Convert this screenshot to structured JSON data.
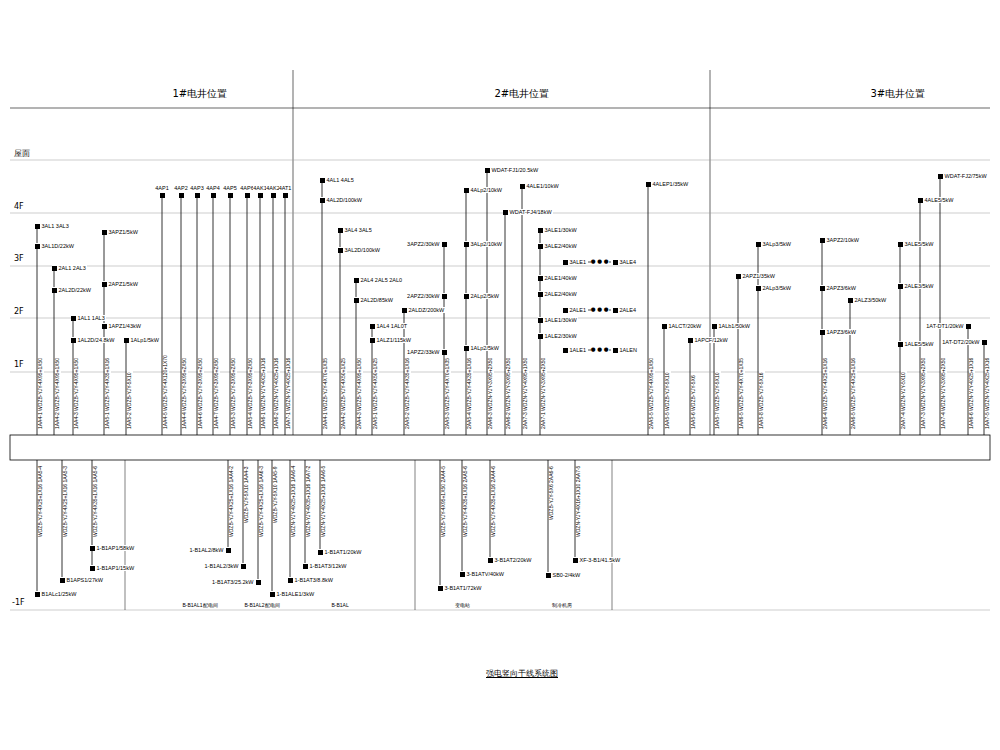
{
  "diagram": {
    "title": "强电竖向干线系统图",
    "nodes": [
      {
        "text": [
          "3AL1 3AL3"
        ]
      },
      {
        "text": [
          "3AL1D/22kW"
        ]
      },
      {
        "text": [
          "2AL1 2AL3"
        ]
      },
      {
        "text": [
          "2AL2D/22kW"
        ]
      },
      {
        "text": [
          "1AL1 1AL3"
        ]
      },
      {
        "text": [
          "1AL2D/24.8kW"
        ]
      },
      {
        "text": [
          "3APZ1/5kW"
        ]
      },
      {
        "text": [
          "2APZ1/5kW"
        ]
      },
      {
        "text": [
          "1APZ1/43kW"
        ]
      },
      {
        "text": [
          "1ALp1/5kW"
        ]
      },
      {
        "text": [
          "4AP1"
        ]
      },
      {
        "text": [
          "4AP2"
        ]
      },
      {
        "text": [
          "4AP3"
        ]
      },
      {
        "text": [
          "4AP4"
        ]
      },
      {
        "text": [
          "4AP5"
        ]
      },
      {
        "text": [
          "4AP6"
        ]
      },
      {
        "text": [
          "4AK1"
        ]
      },
      {
        "text": [
          "4AK2"
        ]
      },
      {
        "text": [
          "4AT1"
        ]
      },
      {
        "text": [
          "4AL1 4AL5"
        ]
      },
      {
        "text": [
          "4AL2D/100kW"
        ]
      },
      {
        "text": [
          "3AL4 3AL5"
        ]
      },
      {
        "text": [
          "3AL2D/100kW"
        ]
      },
      {
        "text": [
          "2AL4 2AL5 2AL0"
        ]
      },
      {
        "text": [
          "2AL2D/85kW"
        ]
      },
      {
        "text": [
          "2ALDZ/200kW"
        ]
      },
      {
        "text": [
          "1AL4 1AL0T"
        ]
      },
      {
        "text": [
          "1ALZ1/115kW"
        ]
      },
      {
        "text": [
          "3APZ2/30kW"
        ]
      },
      {
        "text": [
          "2APZ2/30kW"
        ]
      },
      {
        "text": [
          "1APZ2/33kW"
        ]
      },
      {
        "text": [
          "4ALp2/10kW"
        ]
      },
      {
        "text": [
          "3ALp2/10kW"
        ]
      },
      {
        "text": [
          "2ALp2/5kW"
        ]
      },
      {
        "text": [
          "1ALp2/5kW"
        ]
      },
      {
        "text": [
          "WDAT-FJ1/20.5kW"
        ]
      },
      {
        "text": [
          "WDAT-FJ4/18kW"
        ]
      },
      {
        "text": [
          "4ALE1/10kW"
        ]
      },
      {
        "text": [
          "3ALE1/30kW"
        ]
      },
      {
        "text": [
          "3ALE2/40kW"
        ]
      },
      {
        "text": [
          "3ALE1"
        ]
      },
      {
        "text": [
          "3ALE4"
        ]
      },
      {
        "text": [
          "2ALE1/40kW"
        ]
      },
      {
        "text": [
          "2ALE2/40kW"
        ]
      },
      {
        "text": [
          "2ALE1"
        ]
      },
      {
        "text": [
          "2ALE4"
        ]
      },
      {
        "text": [
          "1ALE1/30kW"
        ]
      },
      {
        "text": [
          "1ALE2/30kW"
        ]
      },
      {
        "text": [
          "1ALE1"
        ]
      },
      {
        "text": [
          "1ALEN"
        ]
      },
      {
        "text": [
          "4ALEP1/35kW"
        ]
      },
      {
        "text": [
          "1ALCT/20kW"
        ]
      },
      {
        "text": [
          "1APCF/12kW"
        ]
      },
      {
        "text": [
          "1ALb1/50kW"
        ]
      },
      {
        "text": [
          "2APZ1/35kW"
        ]
      },
      {
        "text": [
          "3ALp3/5kW"
        ]
      },
      {
        "text": [
          "2ALp3/5kW"
        ]
      },
      {
        "text": [
          "3APZ2/10kW"
        ]
      },
      {
        "text": [
          "2APZ3/6kW"
        ]
      },
      {
        "text": [
          "1APZ3/6kW"
        ]
      },
      {
        "text": [
          "2ALZ3/50kW"
        ]
      },
      {
        "text": [
          "3ALE5/5kW"
        ]
      },
      {
        "text": [
          "2ALE3/5kW"
        ]
      },
      {
        "text": [
          "1ALE5/5kW"
        ]
      },
      {
        "text": [
          "4ALE5/5kW"
        ]
      },
      {
        "text": [
          "WDAT-FJ2/75kW"
        ]
      },
      {
        "text": [
          "1AT-DT1/20kW"
        ]
      },
      {
        "text": [
          "1AT-DT2/20kW"
        ]
      },
      {
        "text": [
          "B1ALc1/25kW"
        ]
      },
      {
        "text": [
          "B1APS1/27kW"
        ]
      },
      {
        "text": [
          "1-B1AP1/58kW"
        ]
      },
      {
        "text": [
          "1-B1AP1/15kW"
        ]
      },
      {
        "text": [
          "1-B1AL2/8kW"
        ]
      },
      {
        "text": [
          "1-B1AL2/3kW"
        ]
      },
      {
        "text": [
          "1-B1AT3/25.2kW"
        ]
      },
      {
        "text": [
          "1-B1ALE1/3kW"
        ]
      },
      {
        "text": [
          "1-B1AT3/8.8kW"
        ]
      },
      {
        "text": [
          "1-B1AT3/12kW"
        ]
      },
      {
        "text": [
          "1-B1AT1/20kW"
        ]
      },
      {
        "text": [
          "3-B1AT1/72kW"
        ]
      },
      {
        "text": [
          "3-B1ATV/40kW"
        ]
      },
      {
        "text": [
          "3-B1AT2/20kW"
        ]
      },
      {
        "text": [
          "SB0-2/4kW"
        ]
      },
      {
        "text": [
          "XF-3-B1/41.5kW"
        ]
      }
    ],
    "edges": [
      {
        "from": 40,
        "to": 41,
        "arrow": "none",
        "label": "● ● ●"
      },
      {
        "from": 44,
        "to": 45,
        "arrow": "none",
        "label": "● ● ●"
      },
      {
        "from": 48,
        "to": 49,
        "arrow": "none",
        "label": "● ● ●"
      }
    ],
    "labels": [
      "1#电井位置",
      "2#电井位置",
      "3#电井位置",
      "屋面",
      "4F",
      "3F",
      "2F",
      "1F",
      "-1F",
      "1AA4-1 WDZB-YJY-4X95+1X50",
      "1AA4-2 WDZB-YJY-4X95+1X50",
      "1AA4-3 WDZB-YJY-4X95+1X50",
      "1AA5-1 WDZB-YJY-4X35+1X16",
      "1AA5-2 WDZB-YJY-5X10",
      "1AA4-5 WDZB-YJY-4X120+1X70",
      "1AA4-4 WDZB-YJY-3X95+2X50",
      "1AA4-6 WDZB-YJY-3X95+2X50",
      "1AA4-7 WDZB-YJY-3X95+2X50",
      "1AA5-3 WDZB-YJY-3X95+2X50",
      "1AA5-4 WDZB-YJY-3X95+2X50",
      "1AA6-1 WDZN-YJY-4X25+1X16",
      "1AA6-2 WDZN-YJY-4X25+1X16",
      "1AA7-1 WDZN-YJY-4X25+1X16",
      "2AA4-1 WDZB-YJY-4X70+1X35",
      "2AA4-2 WDZB-YJY-4X50+1X25",
      "2AA4-3 WDZB-YJY-4X95+1X50",
      "2AA5-1 WDZB-YJY-4X50+1X25",
      "2AA5-2 WDZB-YJY-4X35+1X16",
      "2AA5-3 WDZB-YJY-4X70+1X35",
      "2AA5-4 WDZB-YJY-4X35+1X16",
      "2AA6-3 WDZN-YJY-3X95+2X50",
      "2AA6-2 WDZN-YJY-3X95+2X50",
      "2AA7-3 WDZN-YJY-4X95+1X50",
      "2AA7-1 WDZN-YJY-3X95+2X50",
      "2AA5-5 WDZB-YJY-4X95+1X50",
      "1AA5-5 WDZB-YJY-5X10",
      "1AA5-6 WDZB-YJY-5X6",
      "1AA5-7 WDZB-YJY-5X10",
      "1AA6-5 WDZB-YJY-4X70+1X35",
      "1AA5-8 WDZB-YJY-5X16",
      "2AA6-4 WDZB-YJY-4X25+1X16",
      "2AA6-5 WDZB-YJY-4X25+1X16",
      "2AA7-4 WDZN-YJY-5X10",
      "1AA7-3 WDZN-YJY-3X95+2X50",
      "1AA7-4 WDZN-YJY-3X95+2X50",
      "1AA6-6 WDZN-YJY-4X25+1X16",
      "1AA7-5 WDZN-YJY-4X25+1X16",
      "WDZB-YJY-4X25+1X16 1AA5-4",
      "WDZB-YJY-4X25+1X16 1AA5-3",
      "WDZB-YJY-4X35+1X16 1AA5-6",
      "WDZB-YJY-4X25+1X16 1AA4-2",
      "WDZB-YJY-5X10 1AA4-3",
      "WDZB-YJY-4X25+1X16 1AA6-3",
      "WDZB-YJY-5X10 1AA5-9",
      "WDZN-YJY-4X25+1X16 1AA6-4",
      "WDZN-YJY-4X35+1X16 1AA7-2",
      "WDZN-YJY-4X25+1X16 1AA6-5",
      "WDZB-YJY-4X95+1X50 2AA4-5",
      "WDZB-YJY-4X35+1X16 2AA5-6",
      "WDZB-YJY-4X35+1X16 2AA4-6",
      "WDZB-YJY-5X6 2AA6-6",
      "WDZN-YJY-4X16+1X10 2AA7-5",
      "B-B1AL1配电间",
      "B-B1AL2配电间",
      "B-B1AL",
      "变电站",
      "制冷机房"
    ]
  }
}
